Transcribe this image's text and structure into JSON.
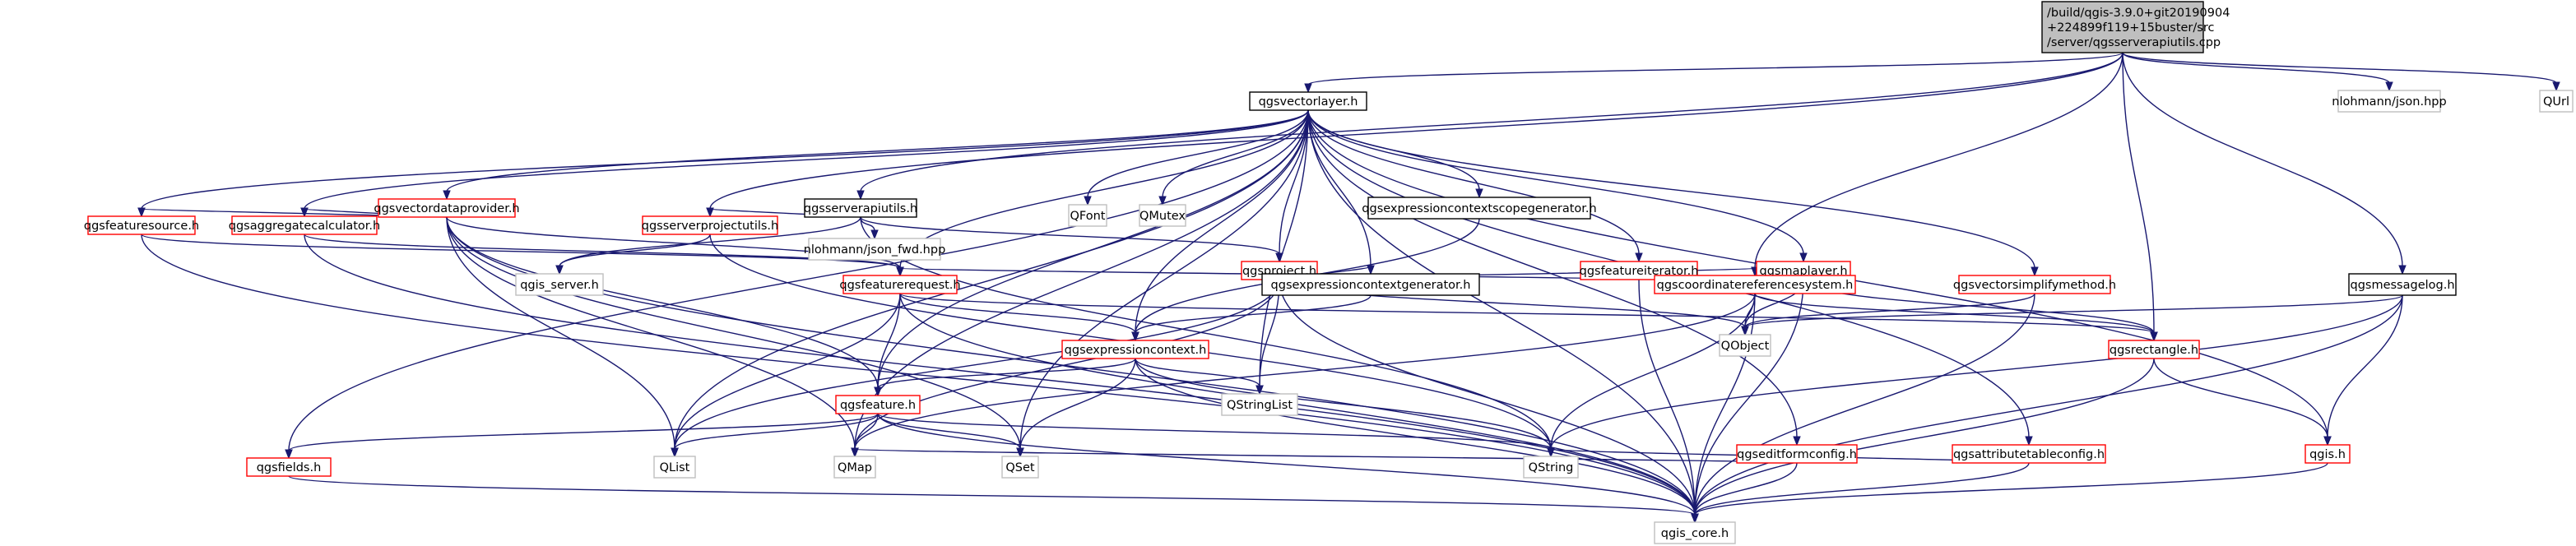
{
  "colors": {
    "edge": "#191970",
    "border_documented": "#000000",
    "border_undocumented": "#ff0000",
    "border_external": "#bfbfbf",
    "root_fill": "#bfbfbf",
    "node_fill": "#ffffff"
  },
  "nodes": [
    {
      "id": "root",
      "lines": [
        "/build/qgis-3.9.0+git20190904",
        "+224899f119+15buster/src",
        "/server/qgsserverapiutils.cpp"
      ],
      "kind": "root"
    },
    {
      "id": "qgsvectorlayer",
      "lines": [
        "qgsvectorlayer.h"
      ],
      "kind": "documented"
    },
    {
      "id": "nlohmann_json",
      "lines": [
        "nlohmann/json.hpp"
      ],
      "kind": "external"
    },
    {
      "id": "qurl",
      "lines": [
        "QUrl"
      ],
      "kind": "external"
    },
    {
      "id": "qgsvectordataprovider",
      "lines": [
        "qgsvectordataprovider.h"
      ],
      "kind": "undocumented"
    },
    {
      "id": "qgsserverapiutils_h",
      "lines": [
        "qgsserverapiutils.h"
      ],
      "kind": "documented"
    },
    {
      "id": "qfont",
      "lines": [
        "QFont"
      ],
      "kind": "external"
    },
    {
      "id": "qmutex",
      "lines": [
        "QMutex"
      ],
      "kind": "external"
    },
    {
      "id": "qgsexprscopegen",
      "lines": [
        "qgsexpressioncontextscopegenerator.h"
      ],
      "kind": "documented"
    },
    {
      "id": "nlohmann_json_fwd",
      "lines": [
        "nlohmann/json_fwd.hpp"
      ],
      "kind": "external"
    },
    {
      "id": "qgsfeaturesource",
      "lines": [
        "qgsfeaturesource.h"
      ],
      "kind": "undocumented"
    },
    {
      "id": "qgsaggregatecalculator",
      "lines": [
        "qgsaggregatecalculator.h"
      ],
      "kind": "undocumented"
    },
    {
      "id": "qgsserverprojectutils",
      "lines": [
        "qgsserverprojectutils.h"
      ],
      "kind": "undocumented"
    },
    {
      "id": "qgsproject",
      "lines": [
        "qgsproject.h"
      ],
      "kind": "undocumented"
    },
    {
      "id": "qgsfeatureiterator",
      "lines": [
        "qgsfeatureiterator.h"
      ],
      "kind": "undocumented"
    },
    {
      "id": "qgsmaplayer",
      "lines": [
        "qgsmaplayer.h"
      ],
      "kind": "undocumented"
    },
    {
      "id": "qgsmessagelog",
      "lines": [
        "qgsmessagelog.h"
      ],
      "kind": "documented"
    },
    {
      "id": "qgis_server",
      "lines": [
        "qgis_server.h"
      ],
      "kind": "external"
    },
    {
      "id": "qgsexprctxgen",
      "lines": [
        "qgsexpressioncontextgenerator.h"
      ],
      "kind": "documented"
    },
    {
      "id": "qgsfeaturerequest",
      "lines": [
        "qgsfeaturerequest.h"
      ],
      "kind": "undocumented"
    },
    {
      "id": "qgscrs",
      "lines": [
        "qgscoordinatereferencesystem.h"
      ],
      "kind": "undocumented"
    },
    {
      "id": "qgsvectorsimplify",
      "lines": [
        "qgsvectorsimplifymethod.h"
      ],
      "kind": "undocumented"
    },
    {
      "id": "qobject",
      "lines": [
        "QObject"
      ],
      "kind": "external"
    },
    {
      "id": "qgsexprctx",
      "lines": [
        "qgsexpressioncontext.h"
      ],
      "kind": "undocumented"
    },
    {
      "id": "qgsrectangle",
      "lines": [
        "qgsrectangle.h"
      ],
      "kind": "undocumented"
    },
    {
      "id": "qstringlist",
      "lines": [
        "QStringList"
      ],
      "kind": "external"
    },
    {
      "id": "qgsfeature",
      "lines": [
        "qgsfeature.h"
      ],
      "kind": "undocumented"
    },
    {
      "id": "qgseditformconfig",
      "lines": [
        "qgseditformconfig.h"
      ],
      "kind": "undocumented"
    },
    {
      "id": "qgsattrtableconfig",
      "lines": [
        "qgsattributetableconfig.h"
      ],
      "kind": "undocumented"
    },
    {
      "id": "qgis_h",
      "lines": [
        "qgis.h"
      ],
      "kind": "undocumented"
    },
    {
      "id": "qgsfields",
      "lines": [
        "qgsfields.h"
      ],
      "kind": "undocumented"
    },
    {
      "id": "qlist",
      "lines": [
        "QList"
      ],
      "kind": "external"
    },
    {
      "id": "qmap",
      "lines": [
        "QMap"
      ],
      "kind": "external"
    },
    {
      "id": "qset",
      "lines": [
        "QSet"
      ],
      "kind": "external"
    },
    {
      "id": "qstring",
      "lines": [
        "QString"
      ],
      "kind": "external"
    },
    {
      "id": "qgis_core",
      "lines": [
        "qgis_core.h"
      ],
      "kind": "external"
    }
  ],
  "edges": [
    [
      "root",
      "qgsvectorlayer"
    ],
    [
      "root",
      "nlohmann_json"
    ],
    [
      "root",
      "qurl"
    ],
    [
      "root",
      "qgsserverapiutils_h"
    ],
    [
      "root",
      "qgsserverprojectutils"
    ],
    [
      "root",
      "qgscrs"
    ],
    [
      "root",
      "qgsrectangle"
    ],
    [
      "root",
      "qgsmessagelog"
    ],
    [
      "qgsvectorlayer",
      "qgsvectordataprovider"
    ],
    [
      "qgsvectorlayer",
      "qfont"
    ],
    [
      "qgsvectorlayer",
      "qmutex"
    ],
    [
      "qgsvectorlayer",
      "qgsexprscopegen"
    ],
    [
      "qgsvectorlayer",
      "qgsfeaturesource"
    ],
    [
      "qgsvectorlayer",
      "qgsaggregatecalculator"
    ],
    [
      "qgsvectorlayer",
      "qgsproject"
    ],
    [
      "qgsvectorlayer",
      "qgsfeatureiterator"
    ],
    [
      "qgsvectorlayer",
      "qgsmaplayer"
    ],
    [
      "qgsvectorlayer",
      "qgsexprctxgen"
    ],
    [
      "qgsvectorlayer",
      "qgsfeaturerequest"
    ],
    [
      "qgsvectorlayer",
      "qgsvectorsimplify"
    ],
    [
      "qgsvectorlayer",
      "qgsexprctx"
    ],
    [
      "qgsvectorlayer",
      "qgsfeature"
    ],
    [
      "qgsvectorlayer",
      "qgseditformconfig"
    ],
    [
      "qgsvectorlayer",
      "qgsattrtableconfig"
    ],
    [
      "qgsvectorlayer",
      "qgis_h"
    ],
    [
      "qgsvectorlayer",
      "qgsfields"
    ],
    [
      "qgsvectorlayer",
      "qlist"
    ],
    [
      "qgsvectorlayer",
      "qmap"
    ],
    [
      "qgsvectorlayer",
      "qset"
    ],
    [
      "qgsvectorlayer",
      "qstringlist"
    ],
    [
      "qgsvectorlayer",
      "qgis_core"
    ],
    [
      "qgsvectordataprovider",
      "qgsfeaturesource"
    ],
    [
      "qgsvectordataprovider",
      "qgsaggregatecalculator"
    ],
    [
      "qgsvectordataprovider",
      "qgsfeaturerequest"
    ],
    [
      "qgsvectordataprovider",
      "qgsfeature"
    ],
    [
      "qgsvectordataprovider",
      "qlist"
    ],
    [
      "qgsvectordataprovider",
      "qmap"
    ],
    [
      "qgsvectordataprovider",
      "qset"
    ],
    [
      "qgsvectordataprovider",
      "qgis_core"
    ],
    [
      "qgsserverapiutils_h",
      "nlohmann_json_fwd"
    ],
    [
      "qgsserverapiutils_h",
      "qgsserverprojectutils"
    ],
    [
      "qgsserverapiutils_h",
      "qgsproject"
    ],
    [
      "qgsserverapiutils_h",
      "qgis_server"
    ],
    [
      "qgsserverapiutils_h",
      "qstring"
    ],
    [
      "qgsexprscopegen",
      "qgsexprctx"
    ],
    [
      "qgsfeaturesource",
      "qgsfeaturerequest"
    ],
    [
      "qgsfeaturesource",
      "qgis_core"
    ],
    [
      "qgsaggregatecalculator",
      "qgsfeaturerequest"
    ],
    [
      "qgsaggregatecalculator",
      "qgis_core"
    ],
    [
      "qgsserverprojectutils",
      "qgis_server"
    ],
    [
      "qgsserverprojectutils",
      "qstring"
    ],
    [
      "qgsproject",
      "qgsexprctxgen"
    ],
    [
      "qgsproject",
      "qgscrs"
    ],
    [
      "qgsproject",
      "qobject"
    ],
    [
      "qgsproject",
      "qstringlist"
    ],
    [
      "qgsproject",
      "qlist"
    ],
    [
      "qgsproject",
      "qmap"
    ],
    [
      "qgsproject",
      "qgis_core"
    ],
    [
      "qgsfeatureiterator",
      "qgsfeaturerequest"
    ],
    [
      "qgsfeatureiterator",
      "qgis_core"
    ],
    [
      "qgsmaplayer",
      "qgscrs"
    ],
    [
      "qgsmaplayer",
      "qobject"
    ],
    [
      "qgsmaplayer",
      "qgsrectangle"
    ],
    [
      "qgsmaplayer",
      "qgis_core"
    ],
    [
      "qgsmessagelog",
      "qobject"
    ],
    [
      "qgsmessagelog",
      "qgis_h"
    ],
    [
      "qgsmessagelog",
      "qstring"
    ],
    [
      "qgsmessagelog",
      "qgis_core"
    ],
    [
      "qgsexprctxgen",
      "qgsexprctx"
    ],
    [
      "qgsfeaturerequest",
      "qgsexprctx"
    ],
    [
      "qgsfeaturerequest",
      "qgsfeature"
    ],
    [
      "qgsfeaturerequest",
      "qgsrectangle"
    ],
    [
      "qgsfeaturerequest",
      "qlist"
    ],
    [
      "qgsfeaturerequest",
      "qgis_core"
    ],
    [
      "qgscrs",
      "qobject"
    ],
    [
      "qgscrs",
      "qgsrectangle"
    ],
    [
      "qgscrs",
      "qstring"
    ],
    [
      "qgscrs",
      "qmap"
    ],
    [
      "qgscrs",
      "qgis_core"
    ],
    [
      "qgsvectorsimplify",
      "qobject"
    ],
    [
      "qgsvectorsimplify",
      "qgis_core"
    ],
    [
      "qgsexprctx",
      "qgsfeature"
    ],
    [
      "qgsexprctx",
      "qstringlist"
    ],
    [
      "qgsexprctx",
      "qset"
    ],
    [
      "qgsexprctx",
      "qstring"
    ],
    [
      "qgsexprctx",
      "qgis_core"
    ],
    [
      "qgsrectangle",
      "qgis_h"
    ],
    [
      "qgsrectangle",
      "qgis_core"
    ],
    [
      "qgsfeature",
      "qgsfields"
    ],
    [
      "qgsfeature",
      "qlist"
    ],
    [
      "qgsfeature",
      "qmap"
    ],
    [
      "qgsfeature",
      "qset"
    ],
    [
      "qgsfeature",
      "qstring"
    ],
    [
      "qgsfeature",
      "qgis_core"
    ],
    [
      "qgseditformconfig",
      "qmap"
    ],
    [
      "qgseditformconfig",
      "qgis_core"
    ],
    [
      "qgsattrtableconfig",
      "qstring"
    ],
    [
      "qgsattrtableconfig",
      "qgis_core"
    ],
    [
      "qgis_h",
      "qgis_core"
    ],
    [
      "qgsfields",
      "qgis_core"
    ]
  ]
}
